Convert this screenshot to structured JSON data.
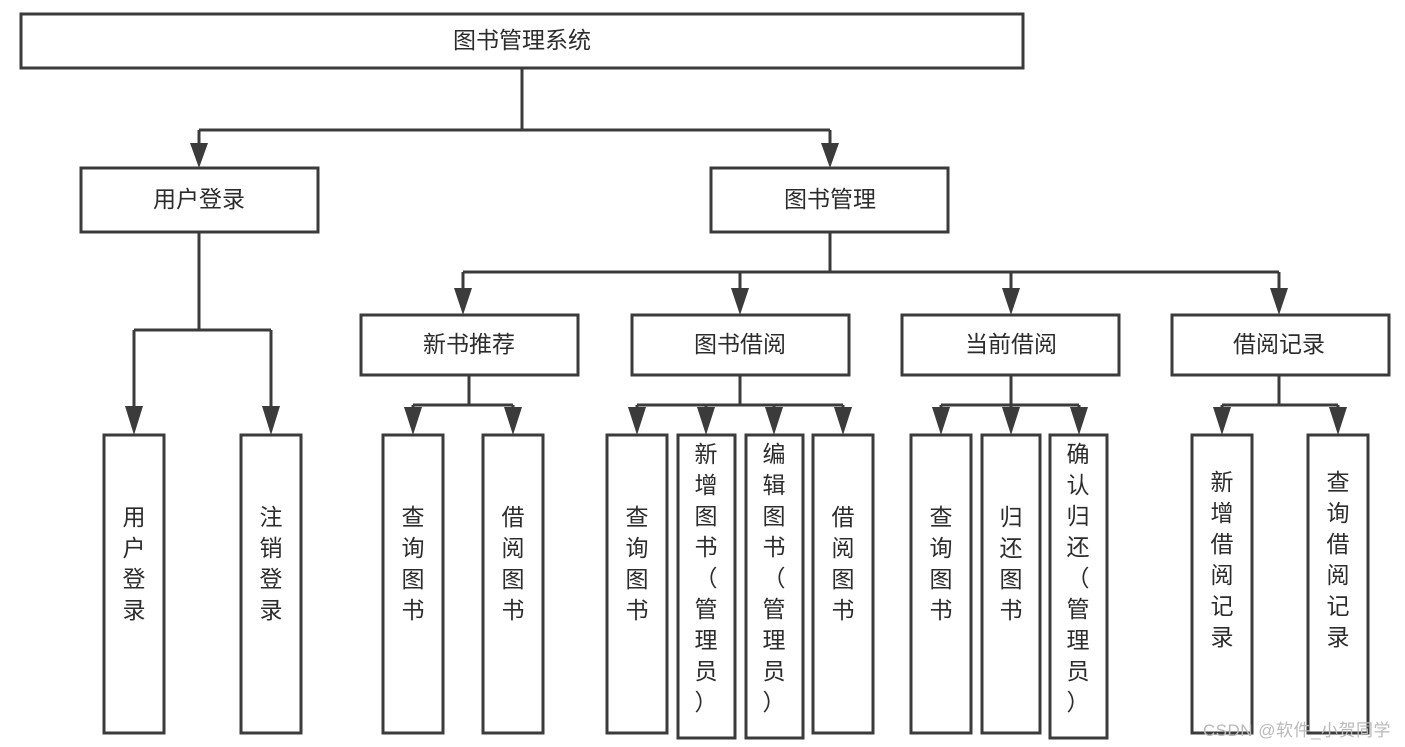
{
  "diagram": {
    "type": "tree-hierarchy",
    "title": "图书管理系统",
    "orientation": "top-down",
    "colors": {
      "stroke": "#3b3b3b",
      "fill": "#ffffff",
      "text": "#2c2c2c",
      "watermark": "#b9b9b9",
      "background": "#ffffff"
    },
    "root": {
      "label": "图书管理系统"
    },
    "level2": [
      {
        "label": "用户登录"
      },
      {
        "label": "图书管理"
      }
    ],
    "level3": [
      {
        "label": "新书推荐"
      },
      {
        "label": "图书借阅"
      },
      {
        "label": "当前借阅"
      },
      {
        "label": "借阅记录"
      }
    ],
    "leaves": {
      "user_login": [
        {
          "label": "用户登录"
        },
        {
          "label": "注销登录"
        }
      ],
      "new_book_recommend": [
        {
          "label": "查询图书"
        },
        {
          "label": "借阅图书"
        }
      ],
      "book_borrow": [
        {
          "label": "查询图书"
        },
        {
          "label": "新增图书（管理员）"
        },
        {
          "label": "编辑图书（管理员）"
        },
        {
          "label": "借阅图书"
        }
      ],
      "current_borrow": [
        {
          "label": "查询图书"
        },
        {
          "label": "归还图书"
        },
        {
          "label": "确认归还（管理员）"
        }
      ],
      "borrow_record": [
        {
          "label": "新增借阅记录"
        },
        {
          "label": "查询借阅记录"
        }
      ]
    }
  },
  "watermark": {
    "text": "CSDN @软件_小贺同学"
  }
}
